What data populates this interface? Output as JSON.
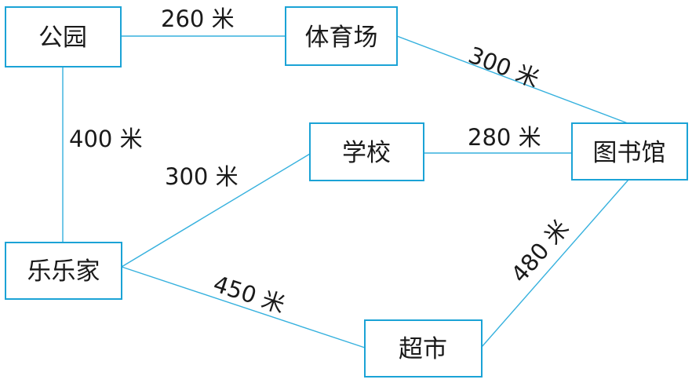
{
  "places": {
    "park": "公园",
    "stadium": "体育场",
    "school": "学校",
    "library": "图书馆",
    "home": "乐乐家",
    "supermarket": "超市"
  },
  "routes": {
    "park_stadium": "260 米",
    "stadium_library": "300 米",
    "park_home": "400 米",
    "home_school": "300 米",
    "school_library": "280 米",
    "home_supermarket": "450 米",
    "supermarket_library": "480 米"
  },
  "colors": {
    "line": "#36b1de",
    "box_border": "#1ba3d6",
    "text": "#1a1a1a"
  }
}
